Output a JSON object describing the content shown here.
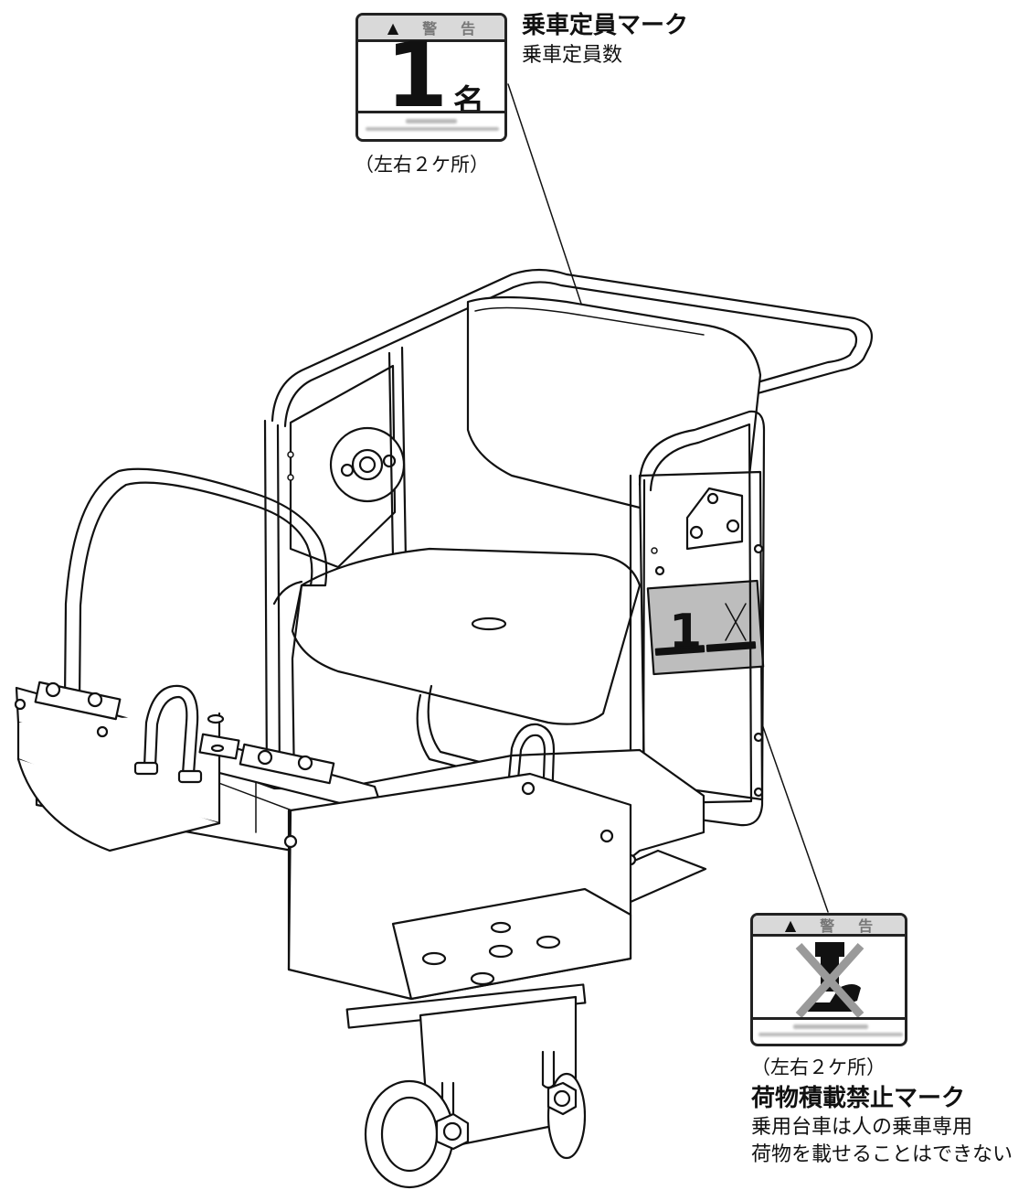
{
  "capacity_label": {
    "warning_symbol": "▲",
    "warning_text": [
      "警",
      "告"
    ],
    "big_number": "1",
    "unit": "名",
    "title": "乗車定員マーク",
    "description": "乗車定員数",
    "location": "（左右２ケ所）"
  },
  "no_load_label": {
    "warning_symbol": "▲",
    "warning_text": [
      "警",
      "告"
    ],
    "title": "荷物積載禁止マーク",
    "description_lines": [
      "乗用台車は人の乗車専用",
      "荷物を載せることはできない"
    ],
    "location": "（左右２ケ所）"
  },
  "seat_plate": {
    "number": "1"
  }
}
